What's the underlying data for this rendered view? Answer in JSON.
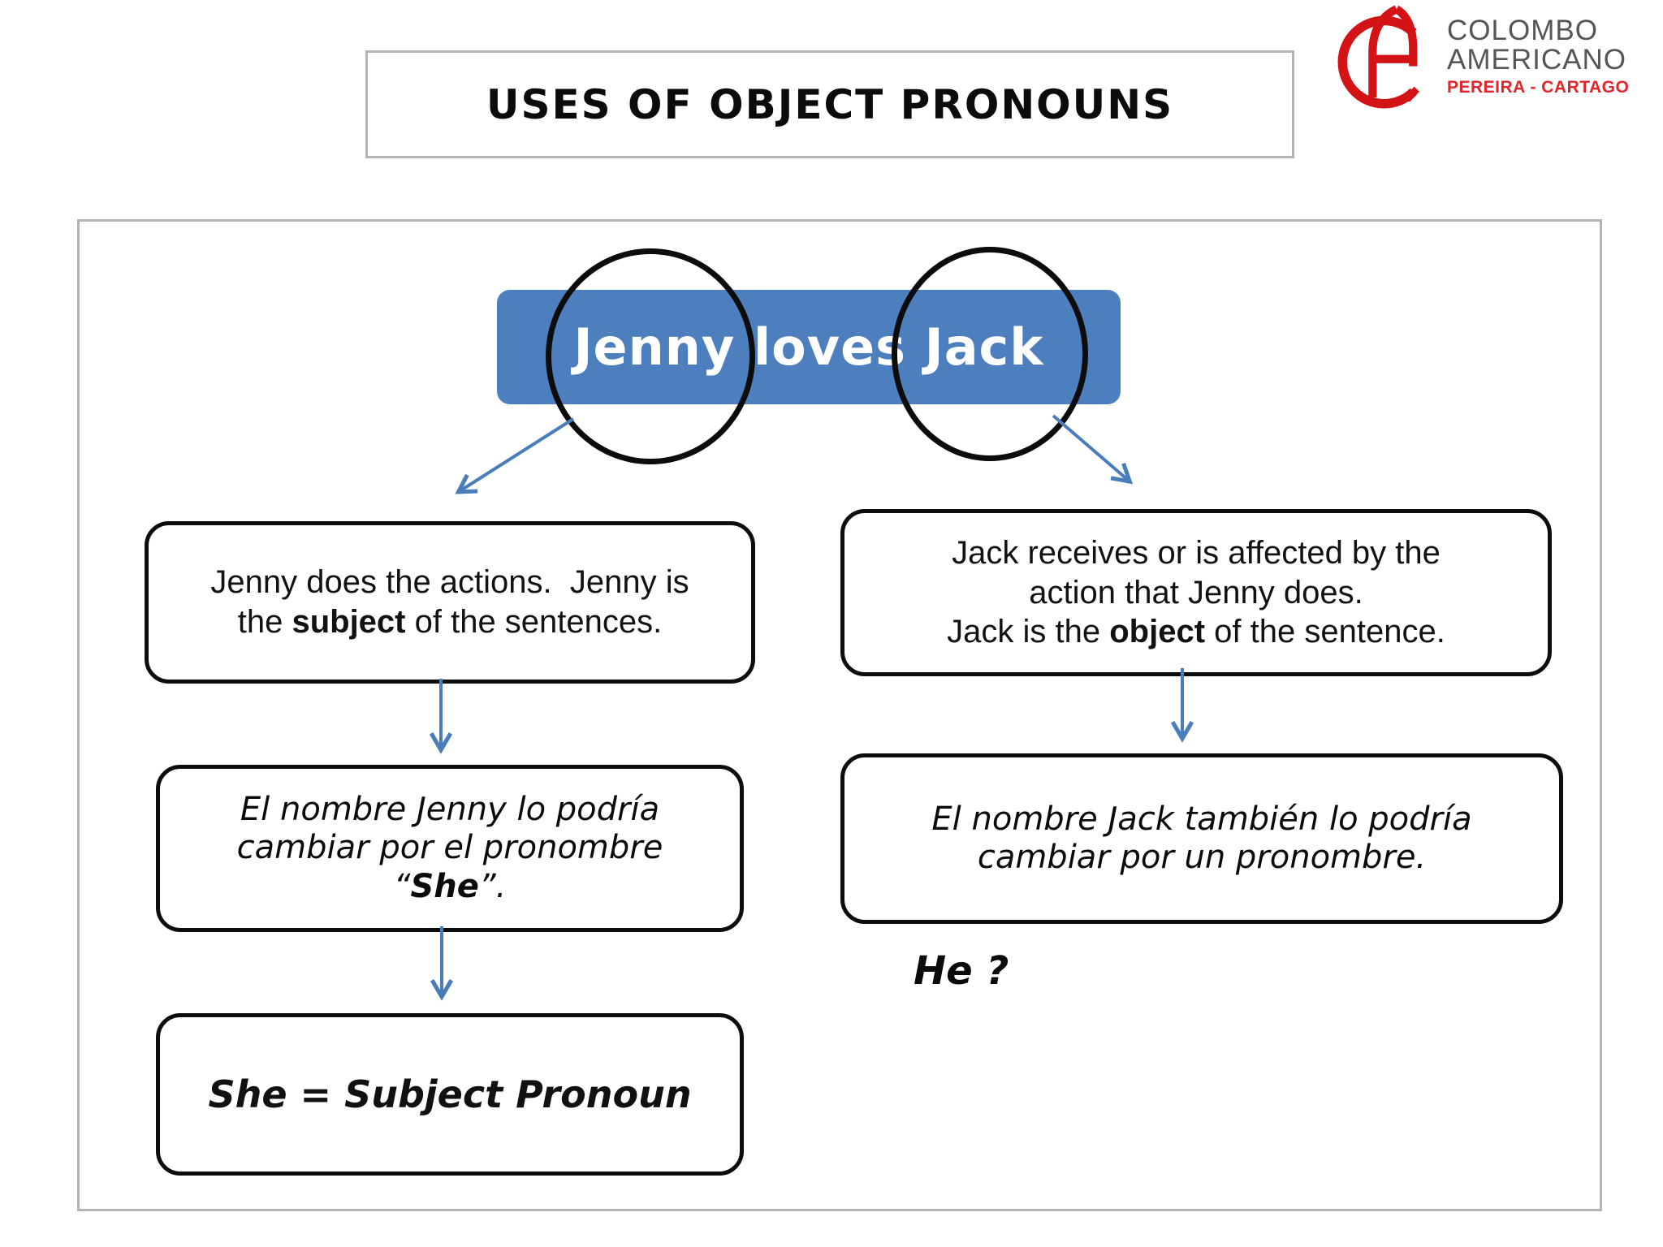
{
  "title": "USES OF OBJECT PRONOUNS",
  "logo": {
    "name_line1": "COLOMBO",
    "name_line2": "AMERICANO",
    "subtitle": "PEREIRA - CARTAGO"
  },
  "sentence_banner": {
    "text": "Jenny loves Jack"
  },
  "left_branch": {
    "box1": {
      "line1": "Jenny does the actions.  Jenny is",
      "line2_pre": "the ",
      "line2_bold": "subject",
      "line2_post": " of the sentences."
    },
    "box2": {
      "line1": "El nombre Jenny lo podría",
      "line2": "cambiar por el pronombre",
      "line3_pre": "“",
      "line3_bold": "She",
      "line3_post": "”."
    },
    "box3": {
      "text": "She = Subject Pronoun"
    }
  },
  "right_branch": {
    "box1": {
      "line1": "Jack receives or is affected by the",
      "line2": "action that Jenny does.",
      "line3_pre": "Jack is the ",
      "line3_bold": "object",
      "line3_post": " of the sentence."
    },
    "box2": {
      "line1": "El nombre Jack también lo podría",
      "line2": "cambiar por un pronombre."
    },
    "annotation": "He ?"
  },
  "colors": {
    "banner_blue": "#4d7fbe",
    "arrow_blue": "#4a7ebb",
    "logo_red": "#d41317",
    "logo_text_red": "#e0262b",
    "logo_gray": "#55565a",
    "frame_gray": "#b4b4b4"
  }
}
